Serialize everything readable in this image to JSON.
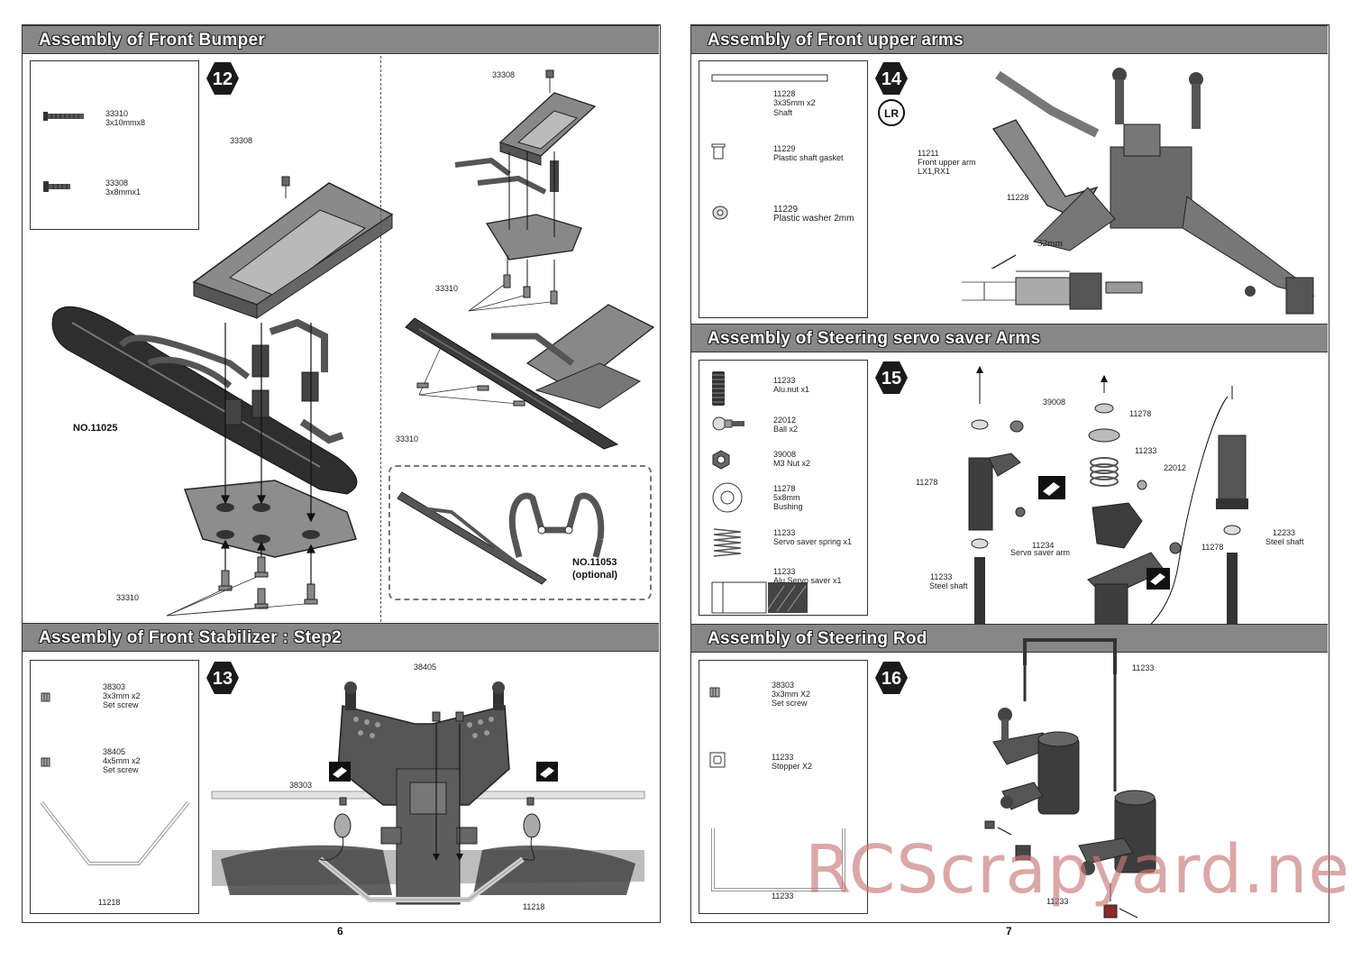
{
  "left_page": {
    "page_number": "6",
    "front_bumper": {
      "title": "Assembly of Front Bumper",
      "step": "12",
      "parts": [
        {
          "code": "33310",
          "spec": "3x10mmx8"
        },
        {
          "code": "33308",
          "spec": "3x8mmx1"
        }
      ],
      "callouts": {
        "c1": "33308",
        "c2": "33308",
        "c3": "33310",
        "c4": "33310",
        "c5": "33310"
      },
      "model_no": "NO.11025",
      "optional_no": "NO.11053",
      "optional_label": "(optional)"
    },
    "front_stabilizer": {
      "title": "Assembly of Front Stabilizer : Step2",
      "step": "13",
      "parts": [
        {
          "code": "38303",
          "spec": "3x3mm x2",
          "name": "Set screw"
        },
        {
          "code": "38405",
          "spec": "4x5mm x2",
          "name": "Set screw"
        },
        {
          "code": "11218"
        }
      ],
      "callouts": {
        "c1": "38405",
        "c2": "38303",
        "c3": "11218"
      }
    }
  },
  "right_page": {
    "page_number": "7",
    "front_upper_arms": {
      "title": "Assembly of Front upper arms",
      "step": "14",
      "lr_badge": "LR",
      "parts": [
        {
          "code": "11228",
          "spec": "3x35mm x2",
          "name": "Shaft"
        },
        {
          "code": "11229",
          "name": "Plastic shaft gasket"
        },
        {
          "code": "11229",
          "name": "Plastic washer 2mm"
        }
      ],
      "callouts": {
        "arm_code": "11211",
        "arm_name": "Front upper arm",
        "arm_models": "LX1,RX1",
        "shaft": "11228",
        "dimension": "32mm"
      }
    },
    "servo_saver": {
      "title": "Assembly of Steering servo saver Arms",
      "step": "15",
      "parts": [
        {
          "code": "11233",
          "name": "Alu.nut x1"
        },
        {
          "code": "22012",
          "name": "Ball x2"
        },
        {
          "code": "39008",
          "name": "M3 Nut x2"
        },
        {
          "code": "11278",
          "spec": "5x8mm",
          "name": "Bushing"
        },
        {
          "code": "11233",
          "name": "Servo saver spring x1"
        },
        {
          "code": "11233",
          "name": "Alu.Servo saver x1"
        }
      ],
      "callouts": {
        "c39008": "39008",
        "c11278a": "11278",
        "c11278b": "11278",
        "c11278c": "11278",
        "c11233a": "11233",
        "c22012": "22012",
        "c11234": "11234",
        "c11234n": "Servo saver arm",
        "c11233s": "11233",
        "c11233sn": "Steel shaft",
        "c12233": "12233",
        "c12233n": "Steel shaft"
      }
    },
    "steering_rod": {
      "title": "Assembly of Steering Rod",
      "step": "16",
      "parts": [
        {
          "code": "38303",
          "spec": "3x3mm X2",
          "name": "Set screw"
        },
        {
          "code": "11233",
          "name": "Stopper X2"
        },
        {
          "code": "11233"
        }
      ],
      "callouts": {
        "c1": "11233",
        "c2": "11233"
      }
    }
  },
  "watermark": "RCScrapyard.net"
}
